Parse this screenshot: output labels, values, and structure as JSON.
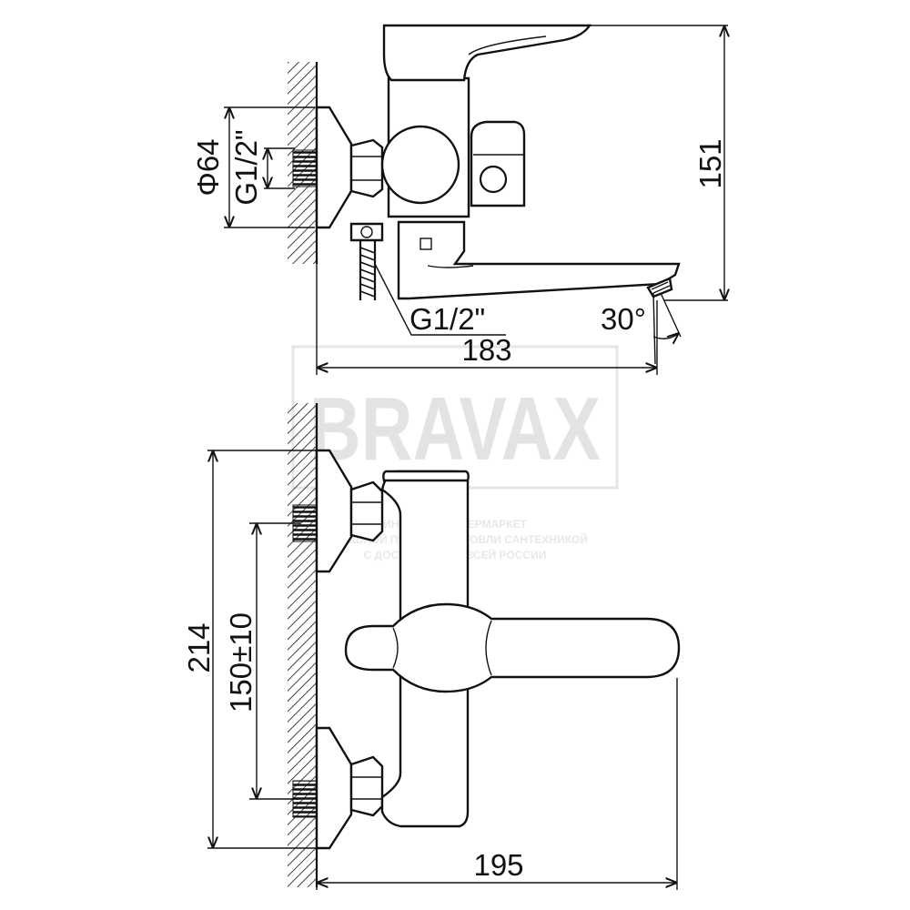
{
  "watermark": {
    "brand": "BRAVAX",
    "line1": "ИНТЕРНЕТ-ГИПЕРМАРКЕТ",
    "line2": "УСПЕШНОЙ ПРЯМОЙ ТОРГОВЛИ САНТЕХНИКОЙ",
    "line3": "С ДОСТАВКОЙ ПО ВСЕЙ РОССИИ"
  },
  "side_view": {
    "wall_diameter": "Φ64",
    "inlet_thread": "G1/2\"",
    "outlet_thread": "G1/2\"",
    "height": "151",
    "depth": "183",
    "spout_angle": "30°"
  },
  "top_view": {
    "total_width": "214",
    "center_distance": "150±10",
    "reach": "195"
  },
  "colors": {
    "line": "#111111",
    "watermark": "#e3e3e3"
  }
}
